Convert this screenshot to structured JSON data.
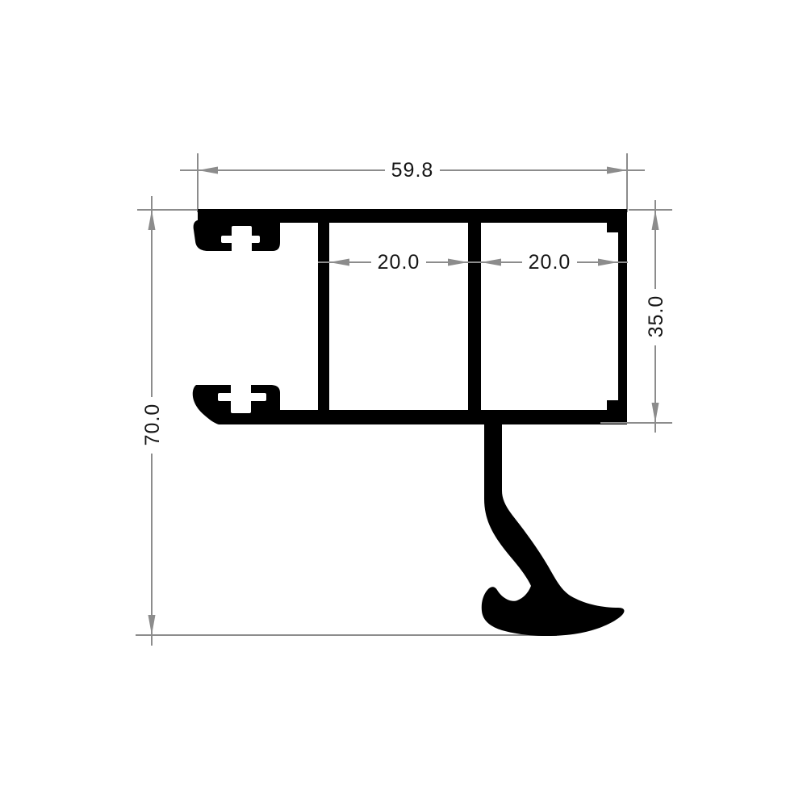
{
  "drawing": {
    "type": "aluminium-profile-cross-section",
    "dimensions": {
      "total_width": "59.8",
      "total_height": "70.0",
      "right_height": "35.0",
      "mid_chamber_width": "20.0",
      "right_chamber_width": "20.0"
    },
    "colors": {
      "background": "#ffffff",
      "profile_fill": "#000000",
      "dimension_line": "#8c8c8c",
      "dimension_text": "#161616",
      "text_halo": "#ffffff"
    }
  }
}
